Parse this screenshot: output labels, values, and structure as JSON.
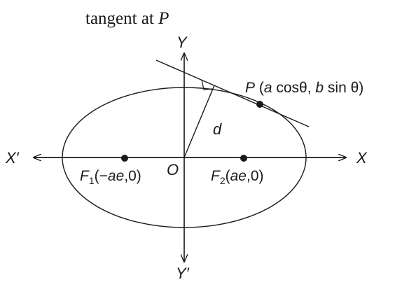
{
  "title": {
    "prefix": "tangent at ",
    "var": "P"
  },
  "axes": {
    "x_pos": "X",
    "x_neg": "X′",
    "y_pos": "Y",
    "y_neg": "Y′",
    "origin": "O"
  },
  "point_p": {
    "name": "P",
    "coords_open": " (",
    "a": "a",
    "cos": " cosθ, ",
    "b": "b",
    "sin": " sin θ)"
  },
  "focus1": {
    "name": "F",
    "sub": "1",
    "open": "(−",
    "ae": "ae",
    "close": ",0)"
  },
  "focus2": {
    "name": "F",
    "sub": "2",
    "open": "(",
    "ae": "ae",
    "close": ",0)"
  },
  "distance_label": "d",
  "colors": {
    "ink": "#1a1a1a"
  }
}
